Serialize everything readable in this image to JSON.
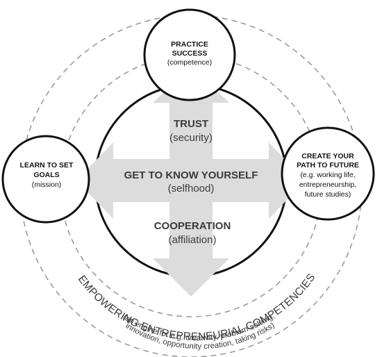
{
  "diagram": {
    "center": {
      "trust": {
        "title": "TRUST",
        "sub": "(security)"
      },
      "self": {
        "title": "GET TO KNOW YOURSELF",
        "sub": "(selfhood)"
      },
      "coop": {
        "title": "COOPERATION",
        "sub": "(affiliation)"
      }
    },
    "top": {
      "line1": "PRACTICE",
      "line2": "SUCCESS",
      "sub": "(competence)"
    },
    "left": {
      "line1": "LEARN TO SET",
      "line2": "GOALS",
      "sub": "(mission)"
    },
    "right": {
      "line1": "CREATE YOUR",
      "line2": "PATH TO FUTURE",
      "sub1": "(e.g. working life,",
      "sub2": "entrepreneurship,",
      "sub3": "future studies)"
    },
    "arc": {
      "main": "EMPOWERING ENTREPRENEURIAL COMPETENCIES",
      "sub1": "(an engine for e.g. creativity, problem-solving,",
      "sub2": "innovation, opportunity creation, taking risks)"
    },
    "colors": {
      "stroke": "#111111",
      "dashed": "#9a9a9a",
      "arrow": "#dcdcdc",
      "text": "#3a3a3a"
    }
  }
}
